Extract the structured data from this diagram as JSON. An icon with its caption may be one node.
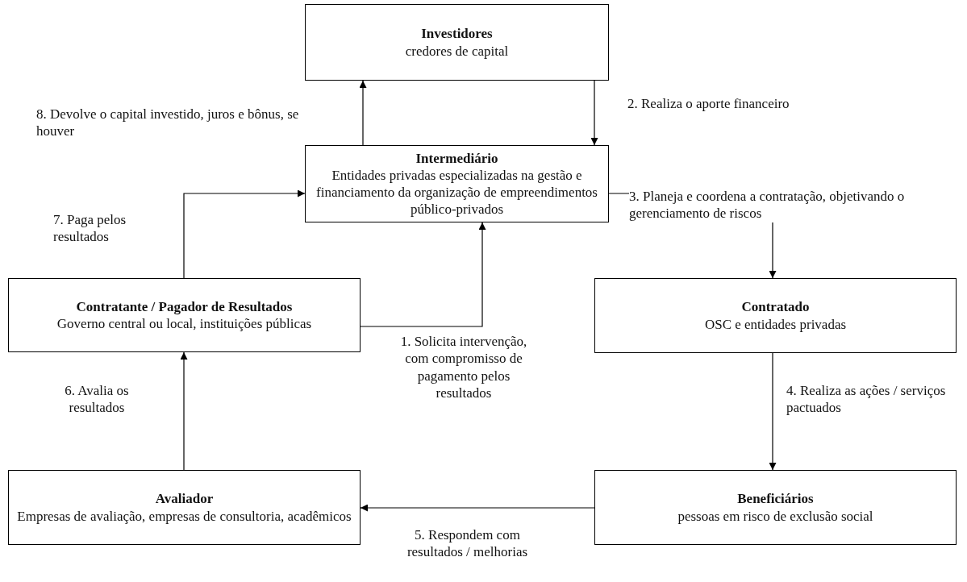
{
  "diagram": {
    "nodes": [
      {
        "text": [
          "Investidores",
          "credores de capital"
        ]
      },
      {
        "text": [
          "Intermediário",
          "Entidades privadas especializadas na gestão e financiamento da organização de empreendimentos público-privados"
        ]
      },
      {
        "text": [
          "Contratante / Pagador de Resultados",
          "Governo central ou local, instituições públicas"
        ]
      },
      {
        "text": [
          "Contratado",
          "OSC e entidades privadas"
        ]
      },
      {
        "text": [
          "Avaliador",
          "Empresas de avaliação, empresas de consultoria, acadêmicos"
        ]
      },
      {
        "text": [
          "Beneficiários",
          "pessoas em risco de exclusão social"
        ]
      }
    ],
    "edges": [
      {
        "from": 1,
        "to": 0,
        "arrow": "to",
        "label": "8. Devolve o capital investido, juros e bônus, se houver"
      },
      {
        "from": 0,
        "to": 1,
        "arrow": "to",
        "label": "2. Realiza o aporte financeiro"
      },
      {
        "from": 1,
        "to": 3,
        "arrow": "to",
        "label": "3. Planeja e coordena a contratação, objetivando o gerenciamento de riscos"
      },
      {
        "from": 3,
        "to": 5,
        "arrow": "to",
        "label": "4. Realiza as ações / serviços pactuados"
      },
      {
        "from": 5,
        "to": 4,
        "arrow": "to",
        "label": "5. Respondem com resultados / melhorias"
      },
      {
        "from": 4,
        "to": 2,
        "arrow": "to",
        "label": "6. Avalia os resultados"
      },
      {
        "from": 2,
        "to": 1,
        "arrow": "to",
        "label": "7. Paga pelos resultados"
      },
      {
        "from": 2,
        "to": 1,
        "arrow": "to",
        "label": "1. Solicita intervenção, com compromisso de pagamento pelos resultados"
      }
    ]
  }
}
